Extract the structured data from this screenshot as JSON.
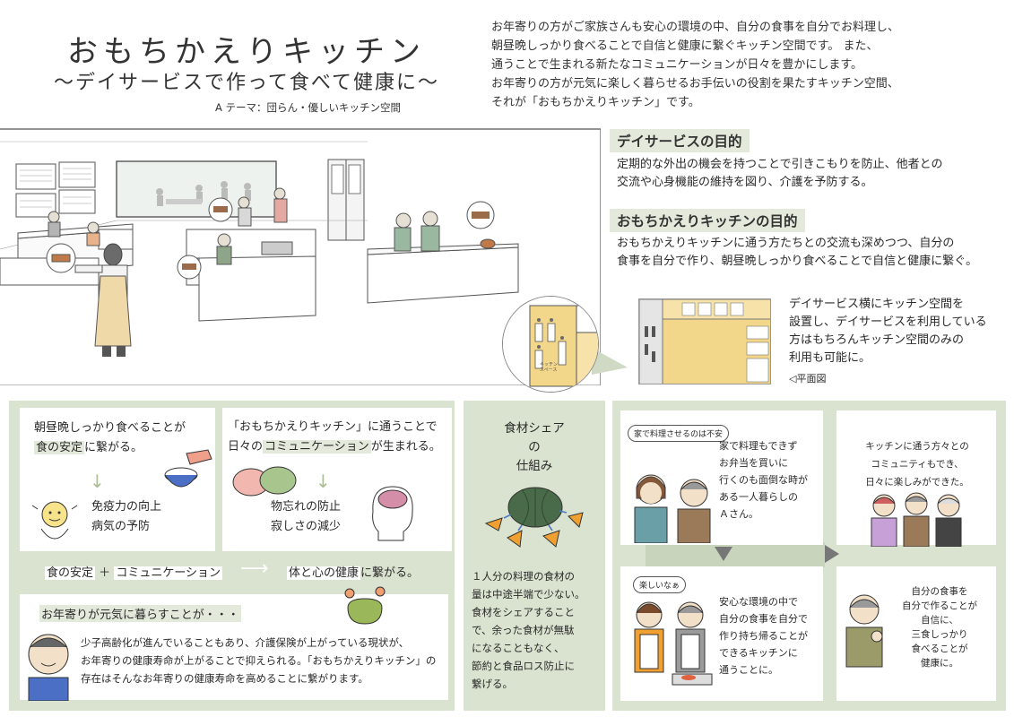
{
  "header": {
    "title": "おもちかえりキッチン",
    "subtitle": "〜デイサービスで作って食べて健康に〜",
    "theme": "A テーマ：団らん・優しいキッチン空間",
    "intro": [
      "お年寄りの方がご家族さんも安心の環境の中、自分の食事を自分でお料理し、",
      "朝昼晩しっかり食べることで自信と健康に繋ぐキッチン空間です。 また、",
      "通うことで生まれる新たなコミュニケーションが日々を豊かにします。",
      "お年寄りの方が元気に楽しく暮らせるお手伝いの役割を果たすキッチン空間、",
      "それが「おもちかえりキッチン」です。"
    ]
  },
  "purposes": {
    "dayservice": {
      "heading": "デイサービスの目的",
      "lines": [
        "定期的な外出の機会を持つことで引きこもりを防止、他者との",
        "交流や心身機能の維持を図り、介護を予防する。"
      ]
    },
    "kitchen": {
      "heading": "おもちかえりキッチンの目的",
      "lines": [
        "おもちかえりキッチンに通う方たちとの交流も深めつつ、自分の",
        "食事を自分で作り、朝昼晩しっかり食べることで自信と健康に繋ぐ。"
      ]
    }
  },
  "plan": {
    "lines": [
      "デイサービス横にキッチン空間を",
      "設置し、デイサービスを利用している",
      "方はもちろんキッチン空間のみの",
      "利用も可能に。"
    ],
    "label": "◁平面図",
    "room_label": "キッチン\nスペース"
  },
  "benefits": {
    "food": {
      "line1": "朝昼晩しっかり食べることが",
      "line2_hl": "食の安定",
      "line2_rest": "に繋がる。",
      "arrow": "↓",
      "bullets": [
        "免疫力の向上",
        "病気の予防"
      ]
    },
    "comm": {
      "line1": "「おもちかえりキッチン」に通うことで",
      "line2_pre": "日々の",
      "line2_hl": "コミュニケーション",
      "line2_rest": "が生まれる。",
      "arrow": "↓",
      "bullets": [
        "物忘れの防止",
        "寂しさの減少"
      ]
    },
    "summary": {
      "left_a": "食の安定",
      "plus": "＋",
      "left_b": "コミュニケーション",
      "arrow": "⟶",
      "right_hl": "体と心の健康",
      "right_rest": "に繋がる。"
    },
    "elder": {
      "heading": "お年寄りが元気に暮らすことが・・・",
      "lines": [
        "少子高齢化が進んでいることもあり、介護保険が上がっている現状が、",
        "お年寄りの健康寿命が上がることで抑えられる。「おもちかえりキッチン」の",
        "存在はそんなお年寄りの健康寿命を高めることに繋がります。"
      ]
    }
  },
  "food_share": {
    "title": [
      "食材シェア",
      "の",
      "仕組み"
    ],
    "lines": [
      "１人分の料理の食材の",
      "量は中途半端で少ない。",
      "食材をシェアすること",
      "で、余った食材が無駄",
      "になることもなく、",
      "節約と食品ロス防止に",
      "繋げる。"
    ]
  },
  "story": {
    "s1": {
      "bubble": "家で料理させるのは不安",
      "lines": [
        "家で料理もできず",
        "お弁当を買いに",
        "行くのも面倒な時が",
        "ある一人暮らしの",
        "Ａさん。"
      ]
    },
    "s2": {
      "bubble": "楽しいなぁ",
      "lines": [
        "安心な環境の中で",
        "自分の食事を自分で",
        "作り持ち帰ることが",
        "できるキッチンに",
        "通うことに。"
      ]
    },
    "s3": {
      "lines": [
        "キッチンに通う方々との",
        "コミュニティもでき、",
        "日々に楽しみができた。"
      ]
    },
    "s4": {
      "lines": [
        "自分の食事を",
        "自分で作ることが",
        "自信に、",
        "三食しっかり",
        "食べることが",
        "健康に。"
      ]
    }
  },
  "colors": {
    "green_bg": "#d9e3cf",
    "highlight": "#e4eadb",
    "arrow_gray": "#777777",
    "plan_floor": "#f2d68a"
  }
}
